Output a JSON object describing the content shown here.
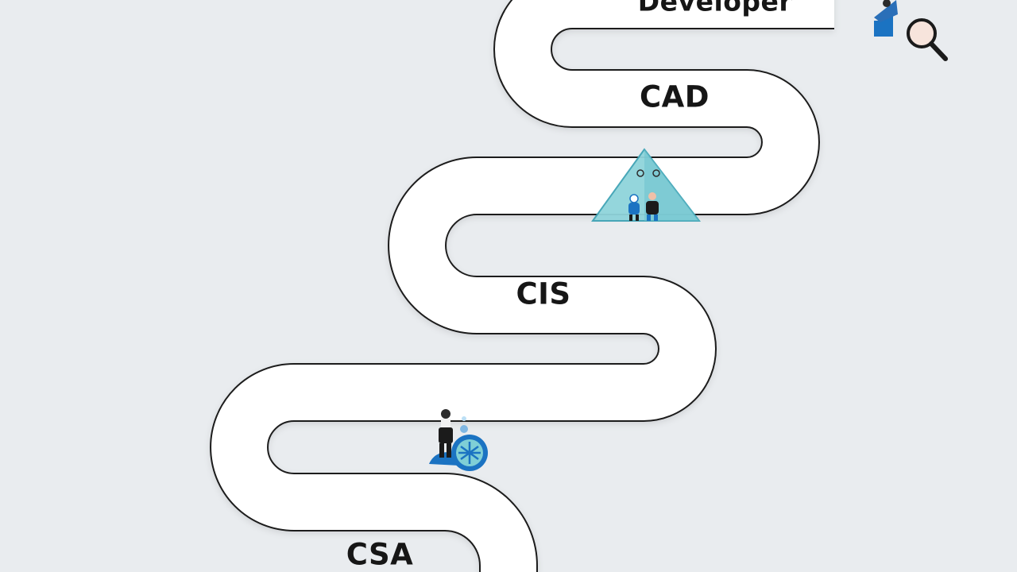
{
  "diagram": {
    "stages": [
      {
        "id": "developer",
        "label": "Developer"
      },
      {
        "id": "cad",
        "label": "CAD"
      },
      {
        "id": "cis",
        "label": "CIS"
      },
      {
        "id": "csa",
        "label": "CSA"
      }
    ],
    "icons": [
      "person-figure-icon",
      "magnifier-icon",
      "pyramid-team-icon",
      "person-with-badge-icon"
    ],
    "colors": {
      "background": "#e9ecef",
      "road_fill": "#ffffff",
      "road_edge": "#1b1b1b",
      "accent_blue": "#1b73c2",
      "accent_teal": "#7fcfd6",
      "text": "#161616"
    }
  }
}
